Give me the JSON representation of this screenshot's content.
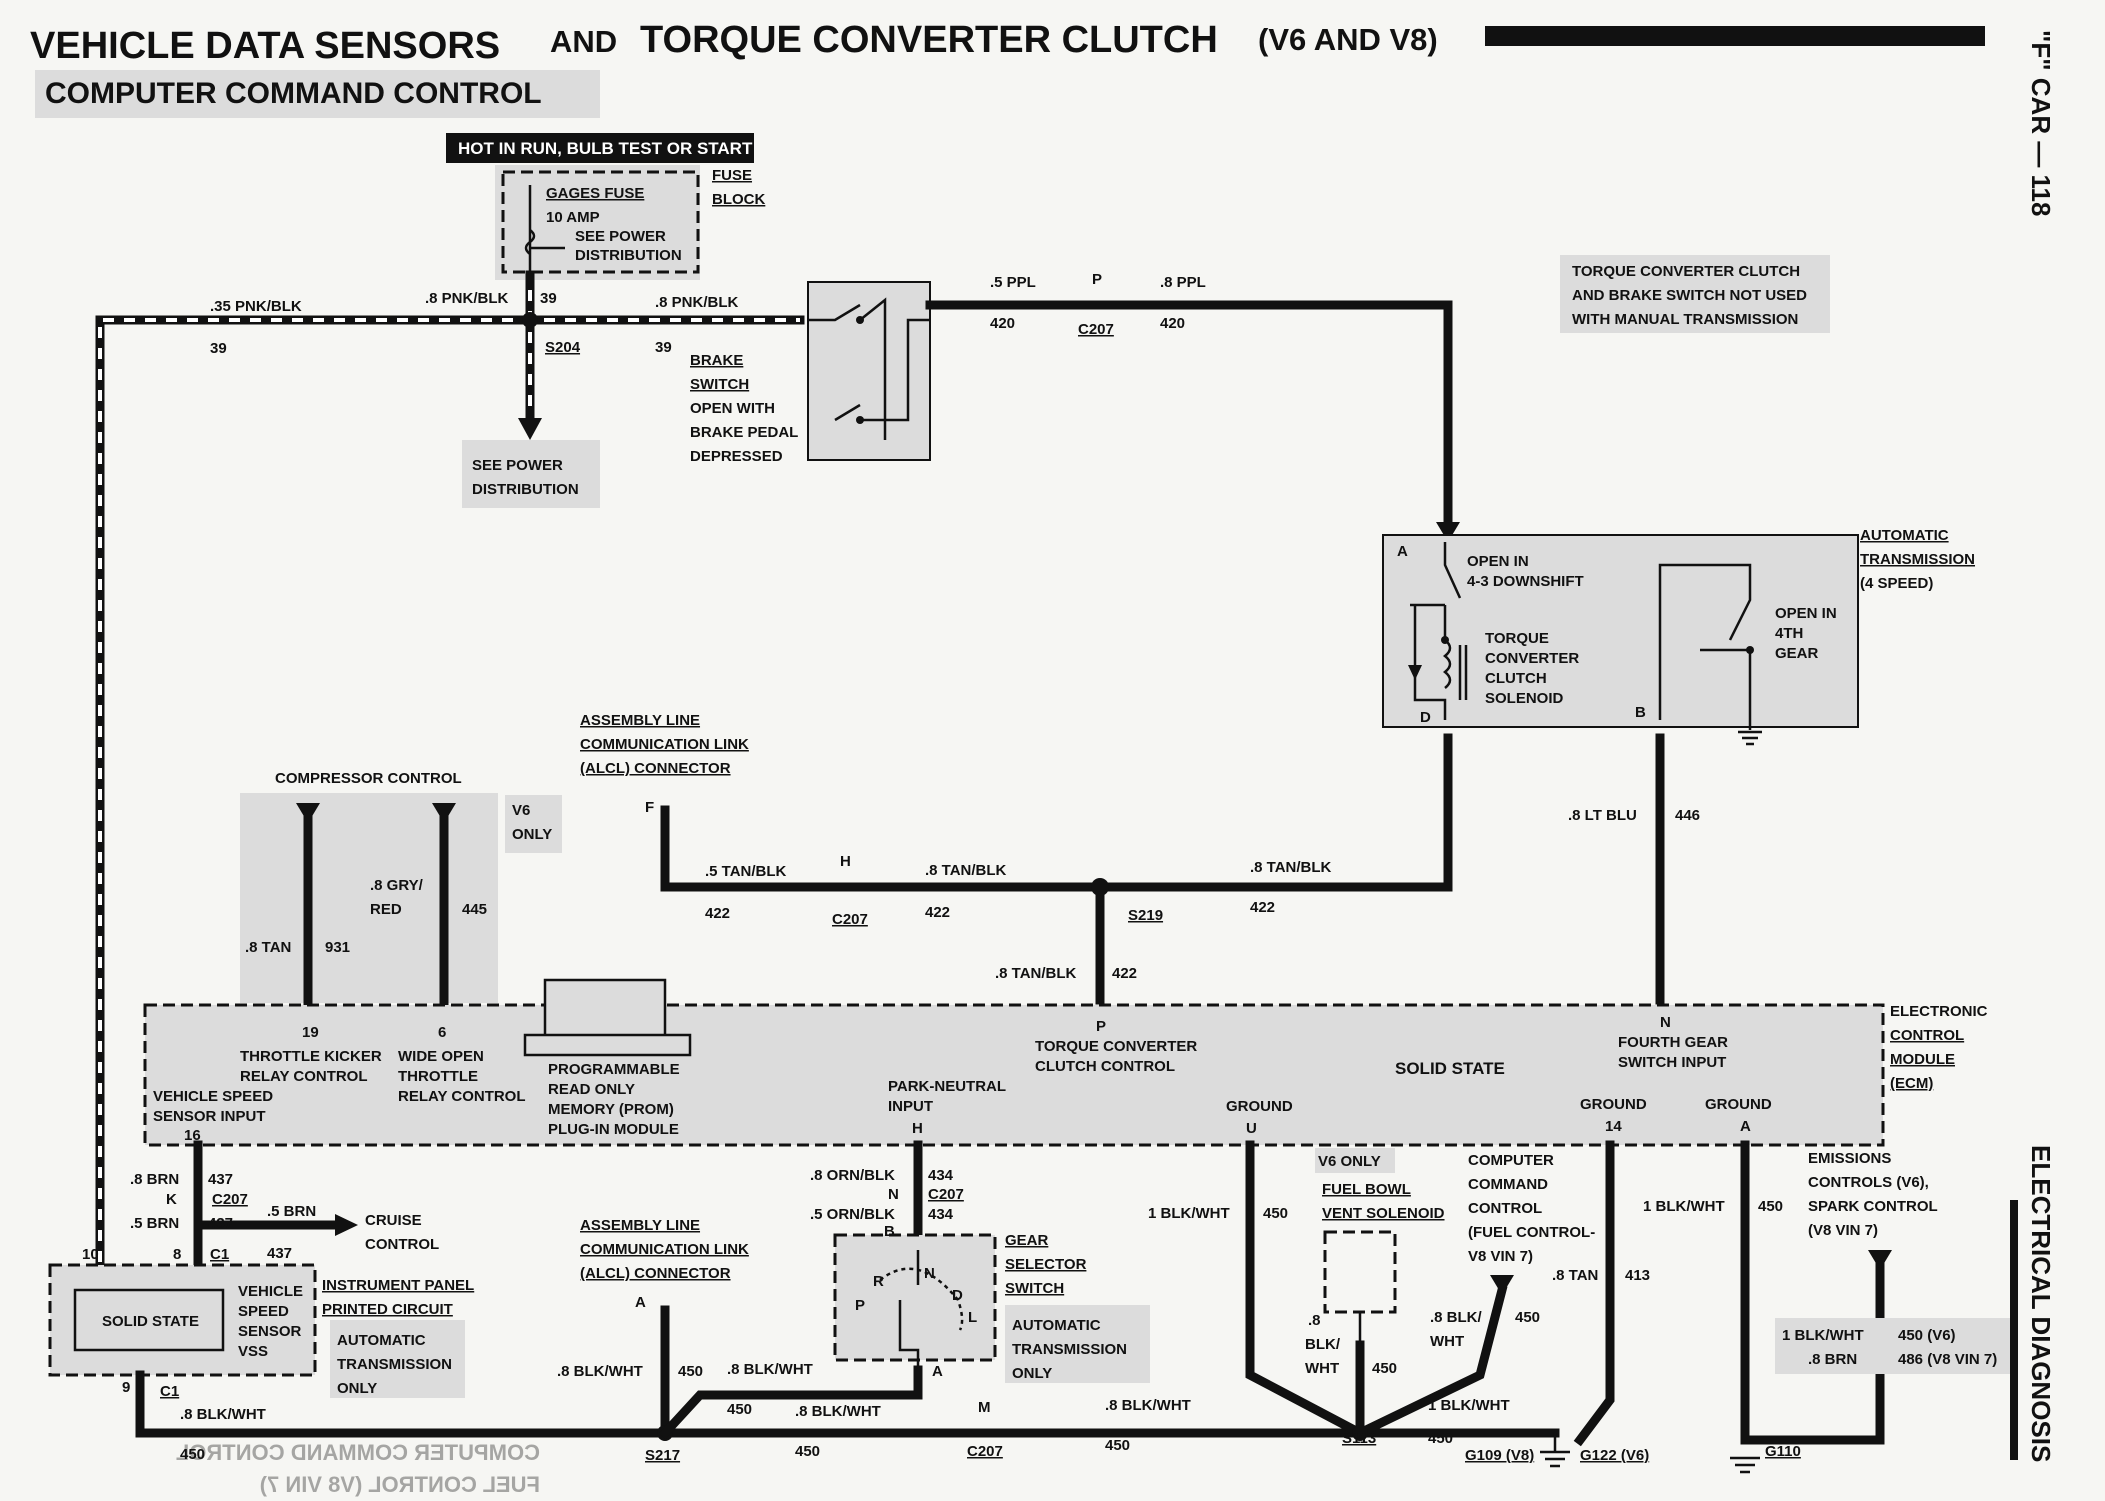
{
  "header": {
    "title_left": "VEHICLE DATA SENSORS",
    "title_and": "AND",
    "title_right": "TORQUE CONVERTER CLUTCH",
    "title_engines": "(V6 AND V8)",
    "subtitle": "COMPUTER COMMAND CONTROL"
  },
  "side_labels": {
    "top": "\"F\" CAR — 118",
    "bottom": "ELECTRICAL DIAGNOSIS"
  },
  "fuse": {
    "banner": "HOT IN RUN, BULB TEST OR START",
    "name": "GAGES FUSE",
    "rating": "10 AMP",
    "see1": "SEE POWER",
    "see2": "DISTRIBUTION",
    "block1": "FUSE",
    "block2": "BLOCK"
  },
  "see_power": [
    "SEE POWER",
    "DISTRIBUTION"
  ],
  "brake_switch": [
    "BRAKE",
    "SWITCH",
    "OPEN WITH",
    "BRAKE PEDAL",
    "DEPRESSED"
  ],
  "note_manual": [
    "TORQUE CONVERTER CLUTCH",
    "AND BRAKE SWITCH NOT USED",
    "WITH MANUAL TRANSMISSION"
  ],
  "auto_trans": {
    "label": [
      "AUTOMATIC",
      "TRANSMISSION",
      "(4 SPEED)"
    ],
    "open_43": [
      "OPEN IN",
      "4-3 DOWNSHIFT"
    ],
    "solenoid": [
      "TORQUE",
      "CONVERTER",
      "CLUTCH",
      "SOLENOID"
    ],
    "open_4th": [
      "OPEN IN",
      "4TH",
      "GEAR"
    ],
    "pins": {
      "a": "A",
      "d": "D",
      "b": "B"
    }
  },
  "alcl_top": [
    "ASSEMBLY LINE",
    "COMMUNICATION LINK",
    "(ALCL) CONNECTOR"
  ],
  "alcl_bottom": [
    "ASSEMBLY LINE",
    "COMMUNICATION LINK",
    "(ALCL) CONNECTOR"
  ],
  "compressor": {
    "title": "COMPRESSOR CONTROL",
    "v6_only": [
      "V6",
      "ONLY"
    ]
  },
  "ecm": {
    "label": [
      "ELECTRONIC",
      "CONTROL",
      "MODULE",
      "(ECM)"
    ],
    "throttle_kicker": [
      "19",
      "THROTTLE KICKER",
      "RELAY CONTROL"
    ],
    "wide_open": [
      "6",
      "WIDE OPEN",
      "THROTTLE",
      "RELAY CONTROL"
    ],
    "vss_input": [
      "VEHICLE SPEED",
      "SENSOR INPUT",
      "16"
    ],
    "prom": [
      "PROGRAMMABLE",
      "READ ONLY",
      "MEMORY (PROM)",
      "PLUG-IN MODULE"
    ],
    "park_neutral": [
      "PARK-NEUTRAL",
      "INPUT",
      "H"
    ],
    "tcc": [
      "P",
      "TORQUE CONVERTER",
      "CLUTCH CONTROL"
    ],
    "ground_u": [
      "GROUND",
      "U"
    ],
    "solid_state": "SOLID STATE",
    "fourth_gear": [
      "N",
      "FOURTH GEAR",
      "SWITCH INPUT"
    ],
    "ground_14": [
      "GROUND",
      "14"
    ],
    "ground_a": [
      "GROUND",
      "A"
    ]
  },
  "cruise": [
    "CRUISE",
    "CONTROL"
  ],
  "instrument_panel": {
    "solid_state": "SOLID STATE",
    "vss": [
      "VEHICLE",
      "SPEED",
      "SENSOR",
      "VSS"
    ],
    "label": [
      "INSTRUMENT PANEL",
      "PRINTED CIRCUIT"
    ],
    "auto_only": [
      "AUTOMATIC",
      "TRANSMISSION",
      "ONLY"
    ],
    "pins": {
      "p10": "10",
      "p8": "8",
      "c1": "C1",
      "p9": "9",
      "c1b": "C1"
    }
  },
  "gear_selector": {
    "label": [
      "GEAR",
      "SELECTOR",
      "SWITCH"
    ],
    "auto_only": [
      "AUTOMATIC",
      "TRANSMISSION",
      "ONLY"
    ],
    "positions": [
      "R",
      "N",
      "D",
      "P",
      "L"
    ],
    "pins": {
      "b": "B",
      "a": "A"
    }
  },
  "fuel_bowl": {
    "v6_only": "V6 ONLY",
    "label": [
      "FUEL BOWL",
      "VENT SOLENOID"
    ]
  },
  "ccc_fuel": [
    "COMPUTER",
    "COMMAND",
    "CONTROL",
    "(FUEL CONTROL-",
    "V8 VIN 7)"
  ],
  "emissions": [
    "EMISSIONS",
    "CONTROLS (V6),",
    "SPARK CONTROL",
    "(V8 VIN 7)"
  ],
  "wire_table": [
    "1 BLK/WHT",
    "450 (V6)",
    ".8 BRN",
    "486 (V8 VIN 7)"
  ],
  "wires": {
    "w035_pnk": ".35 PNK/BLK",
    "c39a": "39",
    "w08_pnk1": ".8 PNK/BLK",
    "c39b": "39",
    "w08_pnk2": ".8 PNK/BLK",
    "c39c": "39",
    "s204": "S204",
    "w05_ppl": ".5 PPL",
    "c420a": "420",
    "p": "P",
    "c207a": "C207",
    "w08_ppl": ".8 PPL",
    "c420b": "420",
    "f": "F",
    "w05_tan": ".5 TAN/BLK",
    "c422a": "422",
    "h": "H",
    "c207b": "C207",
    "w08_tan1": ".8 TAN/BLK",
    "c422b": "422",
    "s219": "S219",
    "w08_tan2": ".8 TAN/BLK",
    "c422c": "422",
    "w08_tan3": ".8 TAN/BLK",
    "c422d": "422",
    "w08_ltblu": ".8 LT BLU",
    "c446": "446",
    "w08_tan931": ".8 TAN",
    "c931": "931",
    "w08_gry1": ".8 GRY/",
    "w08_gry2": "RED",
    "c445": "445",
    "w08_brn1": ".8 BRN",
    "c437a": "437",
    "k": "K",
    "c207c": "C207",
    "w05_brn1": ".5 BRN",
    "c437b": "437",
    "w05_brn2": ".5 BRN",
    "c437c": "437",
    "w08_orn": ".8 ORN/BLK",
    "c434a": "434",
    "n": "N",
    "c207d": "C207",
    "w05_orn": ".5 ORN/BLK",
    "c434b": "434",
    "w1_blk1": "1 BLK/WHT",
    "c450a": "450",
    "w1_blk2": "1 BLK/WHT",
    "c450b": "450",
    "w08_tan413": ".8 TAN",
    "c413": "413",
    "a1": "A",
    "w08_blk1": ".8 BLK/WHT",
    "c450c": "450",
    "w08_blk2": ".8 BLK/WHT",
    "c450d": "450",
    "w08_blk3": ".8 BLK/WHT",
    "c450e": "450",
    "w08_blk4": ".8 BLK/WHT",
    "c450f": "450",
    "m": "M",
    "c207e": "C207",
    "w08_blk5": ".8 BLK/WHT",
    "c450g": "450",
    "w08_blk6a": ".8",
    "w08_blk6b": "BLK/",
    "w08_blk6c": "WHT",
    "c450h": "450",
    "w08_blk7a": ".8 BLK/",
    "w08_blk7b": "WHT",
    "c450i": "450",
    "w1_blk3": "1 BLK/WHT",
    "c450j": "450",
    "s217": "S217",
    "s113": "S113",
    "g109": "G109 (V8)",
    "g122": "G122 (V6)",
    "g110": "G110"
  },
  "mirror_text": [
    "COMPUTER COMMAND CONTROL",
    "FUEL CONTROL (V8 VIN 7)"
  ]
}
